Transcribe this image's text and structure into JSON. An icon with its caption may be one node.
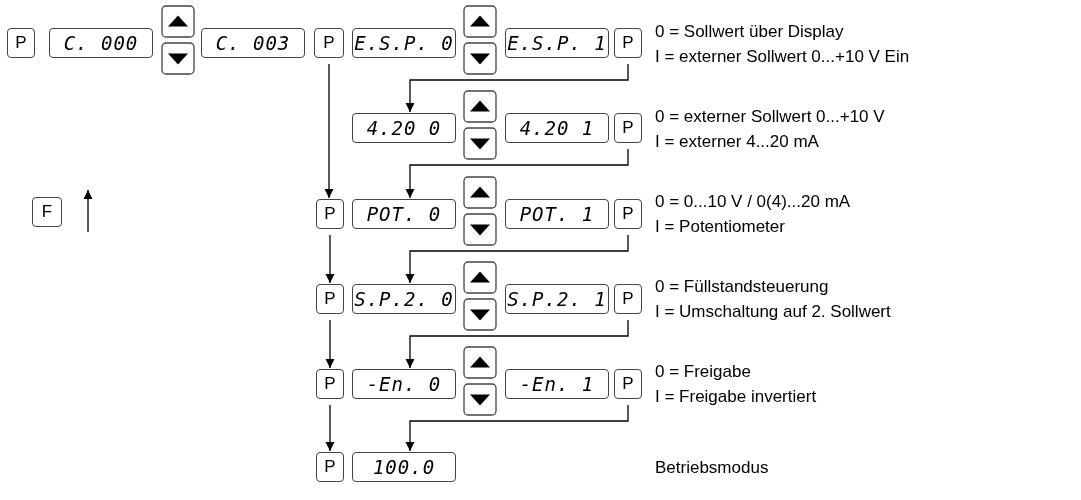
{
  "diagram": {
    "nodes": [
      {
        "text": [
          "P"
        ]
      },
      {
        "text": [
          "C. 000"
        ]
      },
      {
        "text": [
          "C. 003"
        ]
      },
      {
        "text": [
          "P"
        ]
      },
      {
        "text": [
          "E.S.P. 0"
        ]
      },
      {
        "text": [
          "E.S.P. 1"
        ]
      },
      {
        "text": [
          "P"
        ]
      },
      {
        "text": [
          "4.20 0"
        ]
      },
      {
        "text": [
          "4.20 1"
        ]
      },
      {
        "text": [
          "P"
        ]
      },
      {
        "text": [
          "F"
        ]
      },
      {
        "text": [
          "P"
        ]
      },
      {
        "text": [
          "POT. 0"
        ]
      },
      {
        "text": [
          "POT. 1"
        ]
      },
      {
        "text": [
          "P"
        ]
      },
      {
        "text": [
          "P"
        ]
      },
      {
        "text": [
          "S.P.2. 0"
        ]
      },
      {
        "text": [
          "S.P.2. 1"
        ]
      },
      {
        "text": [
          "P"
        ]
      },
      {
        "text": [
          "P"
        ]
      },
      {
        "text": [
          "-En. 0"
        ]
      },
      {
        "text": [
          "-En. 1"
        ]
      },
      {
        "text": [
          "P"
        ]
      },
      {
        "text": [
          "P"
        ]
      },
      {
        "text": [
          "100.0"
        ]
      }
    ],
    "edges": [
      {
        "from": 6,
        "to": 7,
        "arrow": "to"
      },
      {
        "from": 3,
        "to": 11,
        "arrow": "to"
      },
      {
        "from": 9,
        "to": 12,
        "arrow": "to"
      },
      {
        "from": 11,
        "to": 15,
        "arrow": "to"
      },
      {
        "from": 14,
        "to": 16,
        "arrow": "to"
      },
      {
        "from": 15,
        "to": 19,
        "arrow": "to"
      },
      {
        "from": 18,
        "to": 20,
        "arrow": "to"
      },
      {
        "from": 19,
        "to": 23,
        "arrow": "to"
      },
      {
        "from": 22,
        "to": 24,
        "arrow": "to"
      }
    ],
    "labels": [
      "0 = Sollwert über Display",
      "I = externer Sollwert 0...+10 V Ein",
      "0 = externer Sollwert 0...+10 V",
      "I = externer 4...20 mA",
      "0 = 0...10 V / 0(4)...20 mA",
      "I = Potentiometer",
      "0 = Füllstandsteuerung",
      "I = Umschaltung auf 2. Sollwert",
      "0 = Freigabe",
      "I = Freigabe invertiert",
      "Betriebsmodus"
    ]
  }
}
